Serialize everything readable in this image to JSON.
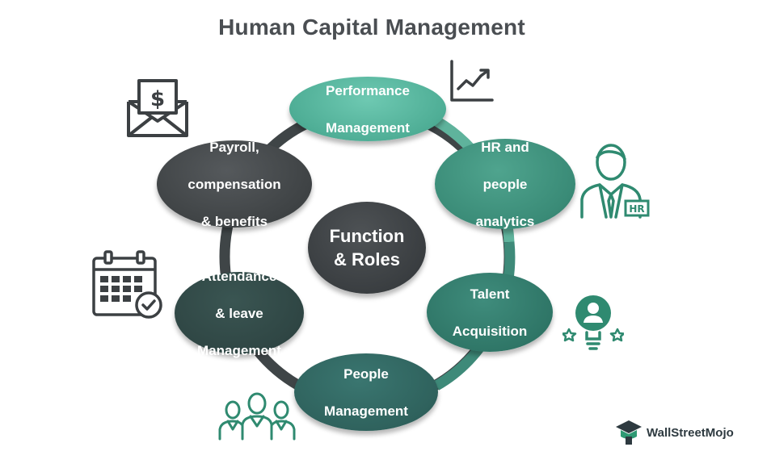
{
  "title": "Human Capital Management",
  "center": {
    "line1": "Function",
    "line2": "& Roles"
  },
  "nodes": {
    "performance": {
      "line1": "Performance",
      "line2": "Management"
    },
    "hr": {
      "line1": "HR and",
      "line2": "people",
      "line3": "analytics"
    },
    "talent": {
      "line1": "Talent",
      "line2": "Acquisition"
    },
    "people": {
      "line1": "People",
      "line2": "Management"
    },
    "attendance": {
      "line1": "Attendance",
      "line2": "& leave",
      "line3": "Management"
    },
    "payroll": {
      "line1": "Payroll,",
      "line2": "compensation",
      "line3": "& benefits"
    }
  },
  "icons": {
    "payroll": "money-envelope-icon",
    "performance": "growth-chart-icon",
    "hr": "hr-person-icon",
    "talent": "talent-bulb-icon",
    "people": "team-icon",
    "attendance": "calendar-check-icon"
  },
  "hr_badge": "HR",
  "brand": {
    "name": "WallStreetMojo"
  },
  "colors": {
    "title": "#4a4e52",
    "ring": "#3f4547",
    "icon_dark": "#3c4043",
    "icon_green": "#2f8a70"
  }
}
